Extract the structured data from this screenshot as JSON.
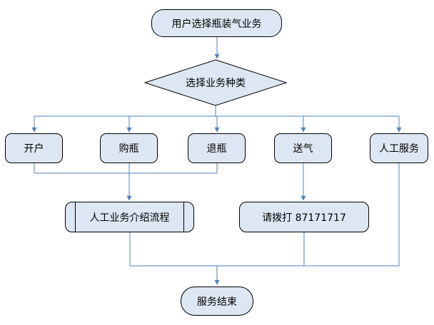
{
  "flowchart": {
    "nodes": {
      "start": {
        "label": "用户选择瓶装气业务",
        "type": "terminator"
      },
      "decision": {
        "label": "选择业务种类",
        "type": "decision"
      },
      "open_account": {
        "label": "开户",
        "type": "process"
      },
      "buy_bottle": {
        "label": "购瓶",
        "type": "process"
      },
      "return_bottle": {
        "label": "退瓶",
        "type": "process"
      },
      "deliver_gas": {
        "label": "送气",
        "type": "process"
      },
      "manual_service": {
        "label": "人工服务",
        "type": "process"
      },
      "intro_process": {
        "label": "人工业务介绍流程",
        "type": "predefined_process"
      },
      "call_number": {
        "label": "请拨打 87171717",
        "type": "process"
      },
      "end": {
        "label": "服务结束",
        "type": "terminator"
      }
    },
    "edges": [
      {
        "from": "start",
        "to": "decision"
      },
      {
        "from": "decision",
        "to": "open_account"
      },
      {
        "from": "decision",
        "to": "buy_bottle"
      },
      {
        "from": "decision",
        "to": "return_bottle"
      },
      {
        "from": "decision",
        "to": "deliver_gas"
      },
      {
        "from": "decision",
        "to": "manual_service"
      },
      {
        "from": "open_account",
        "to": "intro_process"
      },
      {
        "from": "buy_bottle",
        "to": "intro_process"
      },
      {
        "from": "return_bottle",
        "to": "intro_process"
      },
      {
        "from": "deliver_gas",
        "to": "call_number"
      },
      {
        "from": "manual_service",
        "to": "end"
      },
      {
        "from": "intro_process",
        "to": "end"
      },
      {
        "from": "call_number",
        "to": "end"
      }
    ],
    "colors": {
      "node_fill": "#dde7f3",
      "node_border": "#000000",
      "connector": "#4f81bd",
      "text": "#000000",
      "background": "#ffffff"
    }
  }
}
